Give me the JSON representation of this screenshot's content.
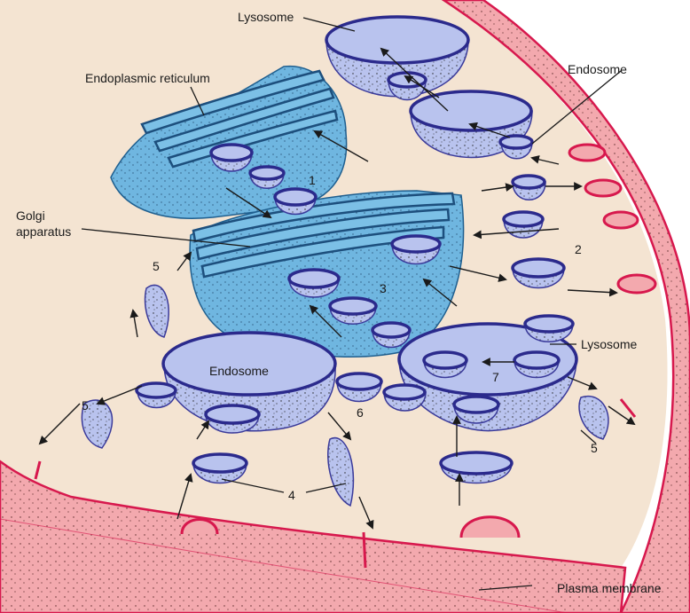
{
  "colors": {
    "cytoplasm": "#f4e4d2",
    "membrane": "#f3a9ae",
    "membrane_edge": "#d7184d",
    "vesicle_fill": "#b9c3ee",
    "vesicle_rim": "#2b2a8c",
    "er_golgi_fill": "#6fb6e0",
    "er_golgi_edge": "#1d4f7d"
  },
  "labels": {
    "lysosome_top": "Lysosome",
    "endoplasmic_reticulum": "Endoplasmic reticulum",
    "endosome_top": "Endosome",
    "golgi_line1": "Golgi",
    "golgi_line2": "apparatus",
    "endosome_center": "Endosome",
    "lysosome_right": "Lysosome",
    "plasma_membrane": "Plasma membrane"
  },
  "pathway_numbers": {
    "n1": "1",
    "n2": "2",
    "n3": "3",
    "n4": "4",
    "n5_upper": "5",
    "n5_left": "5",
    "n5_right": "5",
    "n6": "6",
    "n7": "7"
  },
  "icons": [
    "vesicle-icon",
    "arrow-icon",
    "membrane-pit-icon"
  ]
}
